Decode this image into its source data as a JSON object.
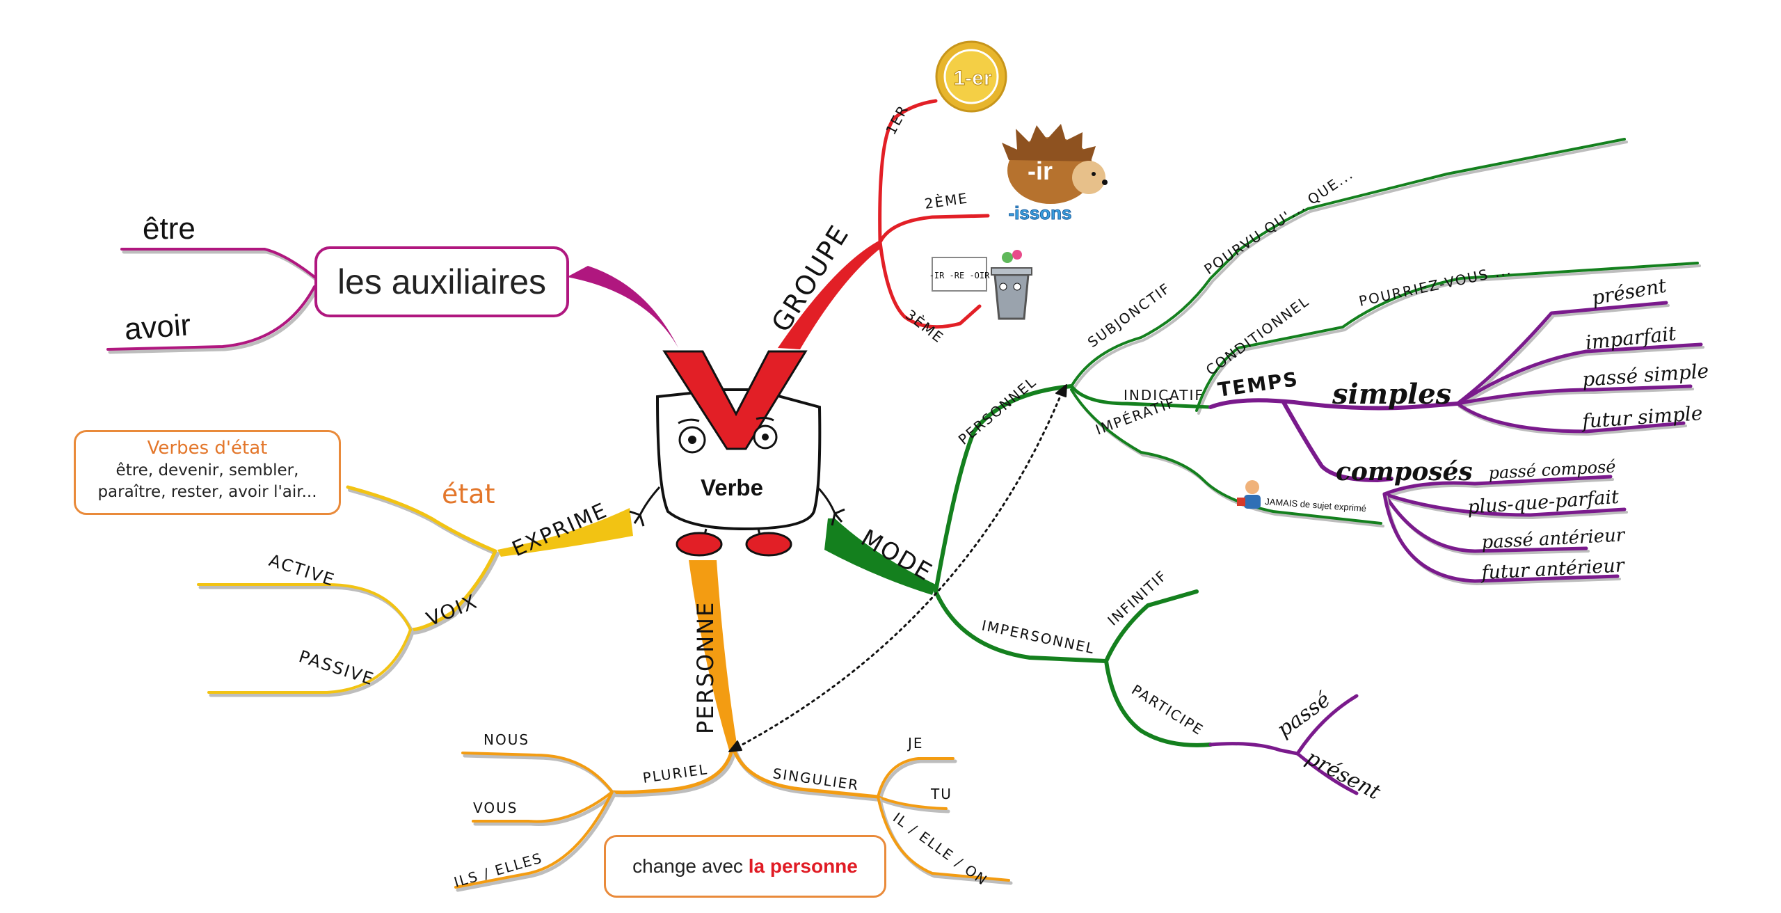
{
  "colors": {
    "magenta": "#b0177f",
    "red": "#e21f26",
    "green": "#14801e",
    "purple": "#7a1a8c",
    "orange": "#f39c12",
    "yellow": "#f2c313",
    "shadow": "#bdbdbd"
  },
  "center": {
    "letter": "V",
    "label": "Verbe"
  },
  "auxiliaires": {
    "title": "les auxiliaires",
    "items": [
      "être",
      "avoir"
    ]
  },
  "groupe": {
    "label": "GROUPE",
    "items": [
      "1ER",
      "2ÈME",
      "3ÈME"
    ],
    "icons": {
      "medal": "1-er",
      "ir": "-ir",
      "issons": "-issons",
      "trash": "-IR -RE -OIR"
    }
  },
  "exprime": {
    "label": "EXPRIME",
    "etat": "état",
    "voix": "VOIX",
    "voix_items": [
      "ACTIVE",
      "PASSIVE"
    ],
    "etat_box_title": "Verbes d'état",
    "etat_box_lines": [
      "être, devenir, sembler,",
      "paraître, rester, avoir l'air..."
    ]
  },
  "personne": {
    "label": "PERSONNE",
    "pluriel": "PLURIEL",
    "singulier": "SINGULIER",
    "pluriel_items": [
      "NOUS",
      "VOUS",
      "ILS / ELLES"
    ],
    "singulier_items": [
      "JE",
      "TU",
      "IL / ELLE / ON"
    ],
    "box_text": "change avec",
    "box_highlight": "la personne"
  },
  "mode": {
    "label": "MODE",
    "personnel": "PERSONNEL",
    "impersonnel": "IMPERSONNEL",
    "subjonctif": "SUBJONCTIF",
    "subjonctif_hint": "POURVU QU'... QUE...",
    "conditionnel": "CONDITIONNEL",
    "conditionnel_hint": "POURRIEZ-VOUS ...",
    "indicatif": "INDICATIF",
    "imperatif": "IMPÉRATIF",
    "imperatif_hint": "JAMAIS de sujet exprimé",
    "infinitif": "INFINITIF",
    "participe": "PARTICIPE",
    "participe_items": [
      "passé",
      "présent"
    ],
    "temps": "TEMPS",
    "simples": "simples",
    "simples_items": [
      "présent",
      "imparfait",
      "passé simple",
      "futur simple"
    ],
    "composes": "composés",
    "composes_items": [
      "passé composé",
      "plus-que-parfait",
      "passé antérieur",
      "futur antérieur"
    ]
  }
}
